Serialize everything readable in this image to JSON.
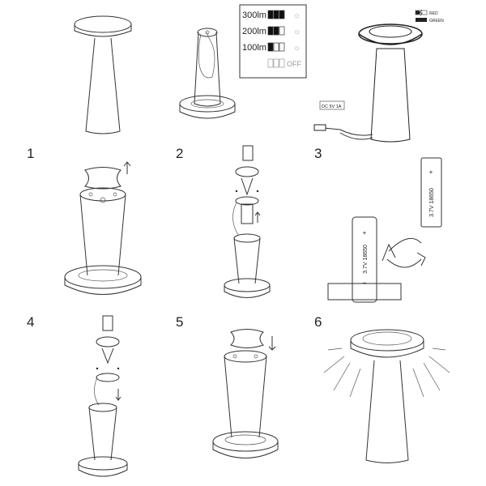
{
  "steps": [
    "1",
    "2",
    "3",
    "4",
    "5",
    "6"
  ],
  "brightness_legend": {
    "levels": [
      {
        "label": "300lm",
        "filled": 3
      },
      {
        "label": "200lm",
        "filled": 2
      },
      {
        "label": "100lm",
        "filled": 1
      },
      {
        "label": "OFF",
        "filled": 0
      }
    ]
  },
  "charge_indicator": {
    "charging": "RED",
    "full": "GREEN"
  },
  "power_label": "DC 5V 1A",
  "battery_label": "3.7V 18650",
  "battery_plus": "+",
  "battery_minus": "−"
}
